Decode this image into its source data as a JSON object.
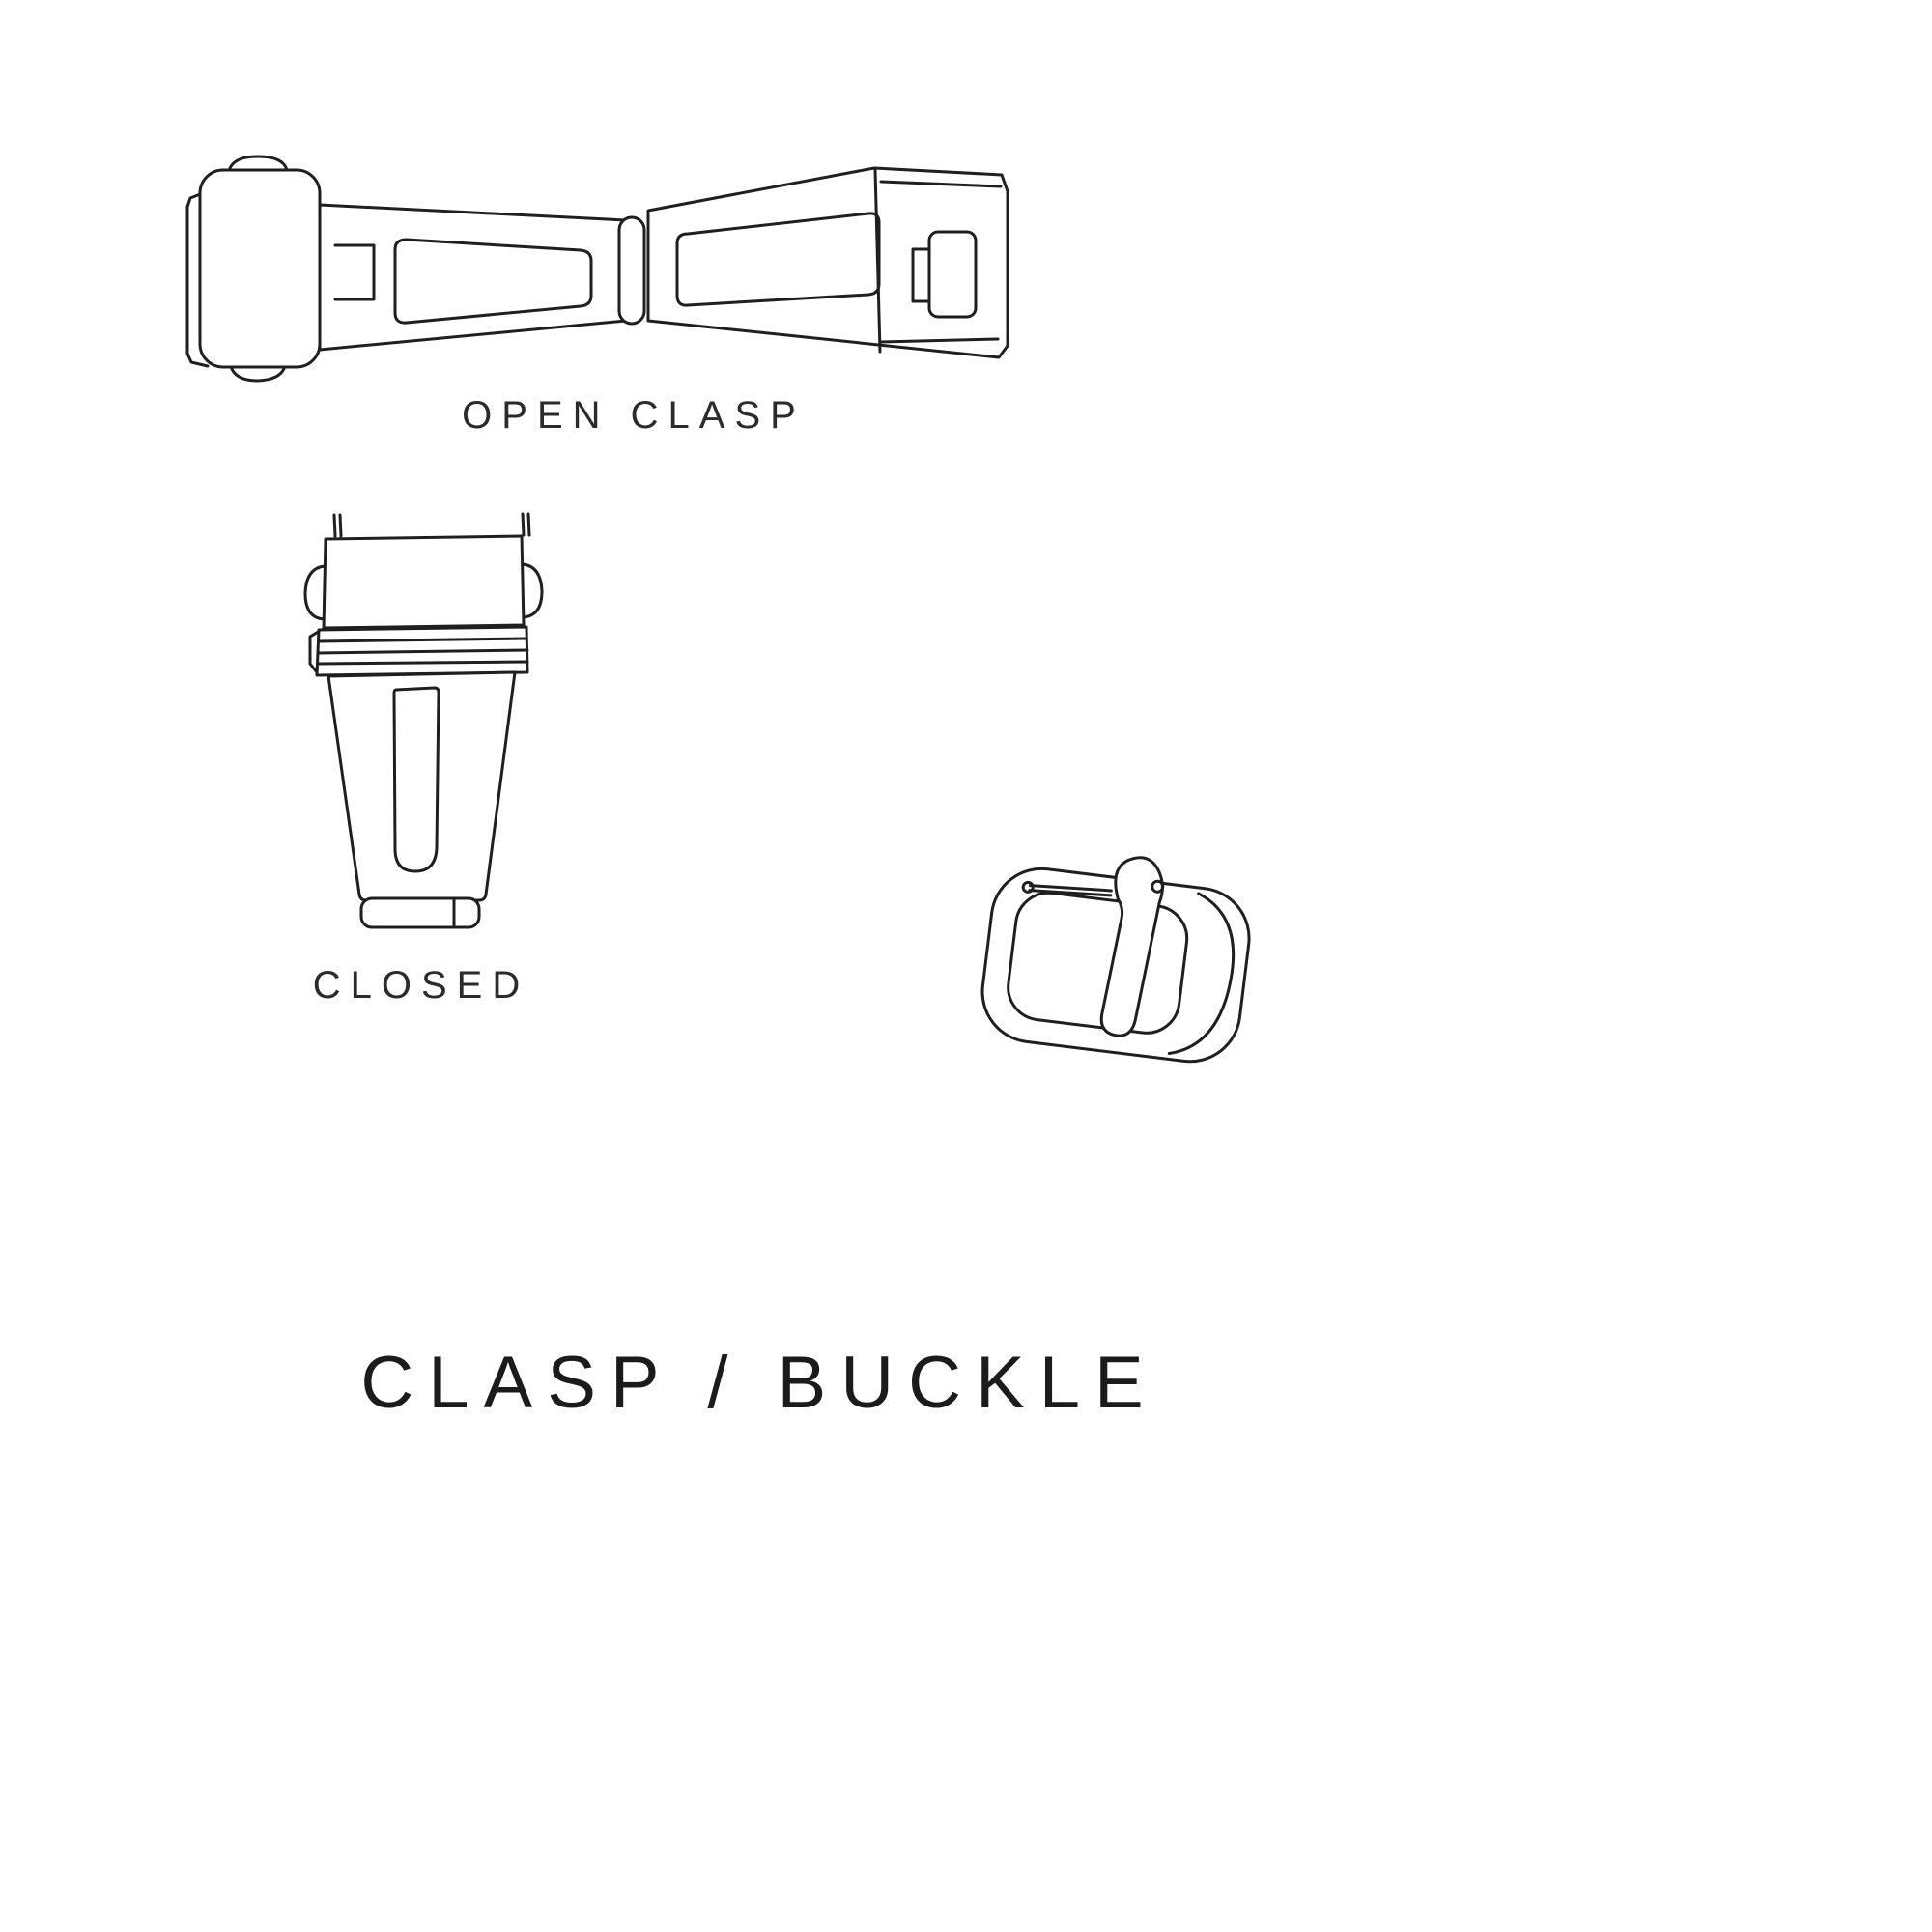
{
  "page": {
    "title": "CLASP / BUCKLE",
    "background_color": "#ffffff",
    "line_color": "#1f1f1f"
  },
  "figures": {
    "open_clasp": {
      "icon": "open-clasp-illustration",
      "label": "OPEN CLASP"
    },
    "closed_clasp": {
      "icon": "closed-clasp-illustration",
      "label": "CLOSED"
    },
    "tang_buckle": {
      "icon": "tang-buckle-illustration"
    },
    "divider": {
      "icon": "diagonal-divider-line"
    }
  }
}
